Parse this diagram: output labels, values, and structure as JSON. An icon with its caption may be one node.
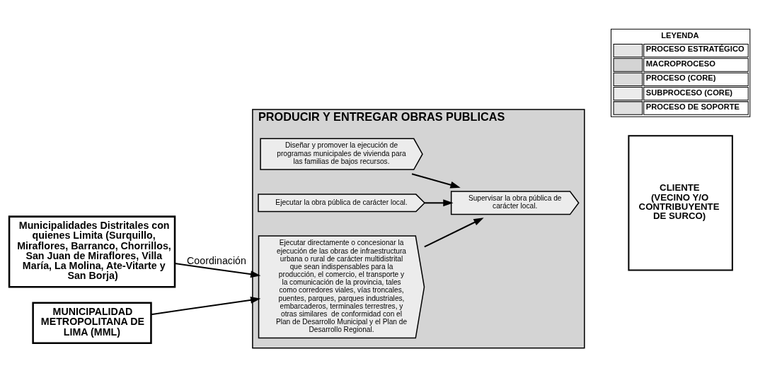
{
  "diagram": {
    "nodes": [
      {
        "text": [
          "PRODUCIR Y ENTREGAR OBRAS PUBLICAS"
        ]
      },
      {
        "text": [
          "Diseñar y promover la ejecución de programas municipales de vivienda para las familias de bajos recursos."
        ],
        "in": 0
      },
      {
        "text": [
          "Ejecutar la obra pública de carácter local."
        ],
        "in": 0
      },
      {
        "text": [
          "Ejecutar directamente o concesionar la ejecución de las obras de infraestructura urbana o rural de carácter multidistrital que sean indispensables para la producción, el comercio, el transporte y la comunicación de la provincia, tales como corredores viales, vías troncales, puentes, parques, parques industriales, embarcaderos, terminales terrestres, y otras similares  de conformidad con el Plan de Desarrollo Municipal y el Plan de Desarrollo Regional."
        ],
        "in": 0
      },
      {
        "text": [
          "Supervisar la obra pública de carácter local."
        ],
        "in": 0
      },
      {
        "text": [
          "CLIENTE (VECINO Y/O CONTRIBUYENTE DE SURCO)"
        ]
      },
      {
        "text": [
          "Municipalidades Distritales con quienes Limita (Surquillo, Miraflores, Barranco, Chorrillos, San Juan de Miraflores, Villa María, La Molina, Ate-Vitarte y San Borja)"
        ]
      },
      {
        "text": [
          "MUNICIPALIDAD METROPOLITANA DE LIMA (MML)"
        ]
      }
    ],
    "edges": [
      {
        "from": 1,
        "to": 4,
        "arrow": "to"
      },
      {
        "from": 2,
        "to": 4,
        "arrow": "to"
      },
      {
        "from": 3,
        "to": 4,
        "arrow": "to"
      },
      {
        "from": 6,
        "to": 3,
        "arrow": "to",
        "label": "Coordinación"
      },
      {
        "from": 7,
        "to": 3,
        "arrow": "to"
      }
    ],
    "labels": [
      "LEYENDA"
    ],
    "legend": [
      {
        "text": "PROCESO ESTRATÉGICO",
        "color": "#e4e4e4"
      },
      {
        "text": "MACROPROCESO",
        "color": "#d4d4d4"
      },
      {
        "text": "PROCESO (CORE)",
        "color": "#dcdcdc"
      },
      {
        "text": "SUBPROCESO (CORE)",
        "color": "#ececec"
      },
      {
        "text": "PROCESO DE SOPORTE",
        "color": "#e0e0e0"
      }
    ]
  }
}
